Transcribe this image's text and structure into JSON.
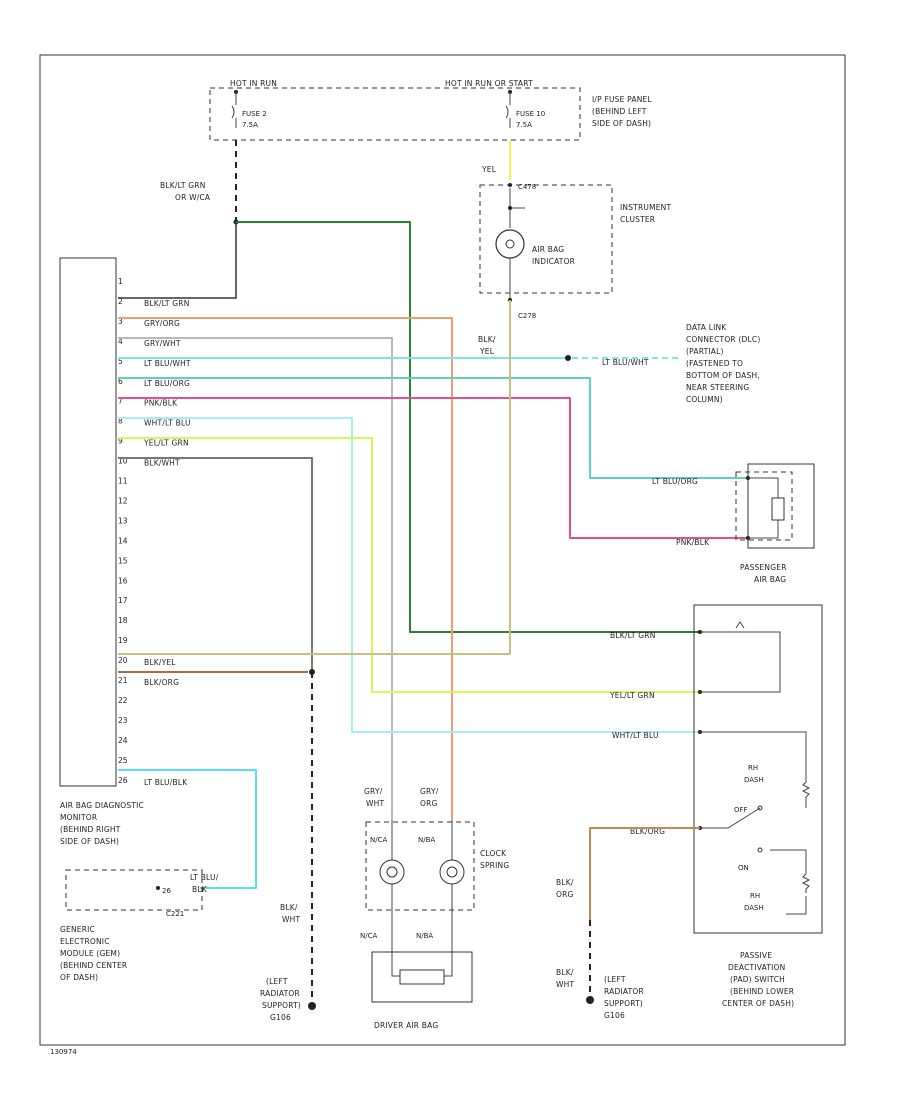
{
  "power": {
    "hot_run": "HOT IN RUN",
    "hot_run_start": "HOT IN RUN OR START",
    "fuse1": "FUSE 2",
    "fuse1_amp": "7.5A",
    "fuse2": "FUSE 10",
    "fuse2_amp": "7.5A",
    "fuse_panel": [
      "I/P FUSE PANEL",
      "(BEHIND LEFT",
      "SIDE OF DASH)"
    ]
  },
  "splice": {
    "wire1": "BLK/LT GRN",
    "wire2": "OR W/CA"
  },
  "cluster": {
    "yel": "YEL",
    "conn1": "C478",
    "name": [
      "INSTRUMENT",
      "CLUSTER"
    ],
    "indicator": [
      "AIR BAG",
      "INDICATOR"
    ],
    "conn2": "C278",
    "wire_out1": "BLK/",
    "wire_out2": "YEL"
  },
  "module": {
    "pins": [
      "1",
      "2",
      "3",
      "4",
      "5",
      "6",
      "7",
      "8",
      "9",
      "10",
      "11",
      "12",
      "13",
      "14",
      "15",
      "16",
      "17",
      "18",
      "19",
      "20",
      "21",
      "22",
      "23",
      "24",
      "25",
      "26"
    ],
    "wires": [
      {
        "pin_index": 1,
        "label": "BLK/LT GRN"
      },
      {
        "pin_index": 2,
        "label": "GRY/ORG"
      },
      {
        "pin_index": 3,
        "label": "GRY/WHT"
      },
      {
        "pin_index": 4,
        "label": "LT BLU/WHT"
      },
      {
        "pin_index": 5,
        "label": "LT BLU/ORG"
      },
      {
        "pin_index": 6,
        "label": "PNK/BLK"
      },
      {
        "pin_index": 7,
        "label": "WHT/LT BLU"
      },
      {
        "pin_index": 8,
        "label": "YEL/LT GRN"
      },
      {
        "pin_index": 9,
        "label": "BLK/WHT"
      },
      {
        "pin_index": 19,
        "label": "BLK/YEL"
      },
      {
        "pin_index": 20,
        "label": "BLK/ORG"
      },
      {
        "pin_index": 25,
        "label": "LT BLU/BLK"
      }
    ],
    "name": [
      "AIR BAG DIAGNOSTIC",
      "MONITOR",
      "(BEHIND RIGHT",
      "SIDE OF DASH)"
    ]
  },
  "dlc": {
    "wire": "LT BLU/WHT",
    "name": [
      "DATA LINK",
      "CONNECTOR (DLC)",
      "(PARTIAL)",
      "(FASTENED TO",
      "BOTTOM OF DASH,",
      "NEAR STEERING",
      "COLUMN)"
    ]
  },
  "passenger": {
    "wire1": "LT BLU/ORG",
    "wire2": "PNK/BLK",
    "name": [
      "PASSENGER",
      "AIR BAG"
    ]
  },
  "pad": {
    "wire1": "BLK/LT GRN",
    "wire2": "YEL/LT GRN",
    "wire3": "WHT/LT BLU",
    "wire4": "BLK/ORG",
    "pos1": "RH",
    "pos1b": "DASH",
    "pos2": "OFF",
    "pos3": "ON",
    "pos3b": "RH",
    "pos3c": "DASH",
    "name": [
      "PASSIVE",
      "DEACTIVATION",
      "(PAD) SWITCH",
      "(BEHIND LOWER",
      "CENTER OF DASH)"
    ]
  },
  "generic": {
    "wire1": "LT BLU/",
    "wire2": "BLK",
    "conn": "C221",
    "name": [
      "GENERIC",
      "ELECTRONIC",
      "MODULE (GEM)",
      "(BEHIND CENTER",
      "OF DASH)"
    ]
  },
  "driver": {
    "w1a": "GRY/",
    "w1b": "WHT",
    "w2a": "GRY/",
    "w2b": "ORG",
    "c1": "N/CA",
    "c2": "N/BA",
    "c3": "N/CA",
    "c4": "N/BA",
    "clock": [
      "CLOCK",
      "SPRING"
    ],
    "name": "DRIVER AIR BAG"
  },
  "grounds": {
    "g1_wire1": "BLK/",
    "g1_wire2": "WHT",
    "g1_name": [
      "(LEFT",
      "RADIATOR",
      "SUPPORT)",
      "G106"
    ],
    "g2_wire1": "BLK/",
    "g2_wire2": "ORG",
    "g3_wire1": "BLK/",
    "g3_wire2": "WHT",
    "g2_name": [
      "(LEFT",
      "RADIATOR",
      "SUPPORT)",
      "G106"
    ]
  },
  "figure_id": "130974",
  "colors": {
    "green": "#2e7d32",
    "orange": "#e8a070",
    "gray": "#9e9e9e",
    "cyan": "#7fe3e8",
    "pink": "#e0508a",
    "yellow_green": "#d8f55a",
    "yellow": "#f5f35a",
    "brown": "#b08050",
    "olive": "#c8c080"
  }
}
